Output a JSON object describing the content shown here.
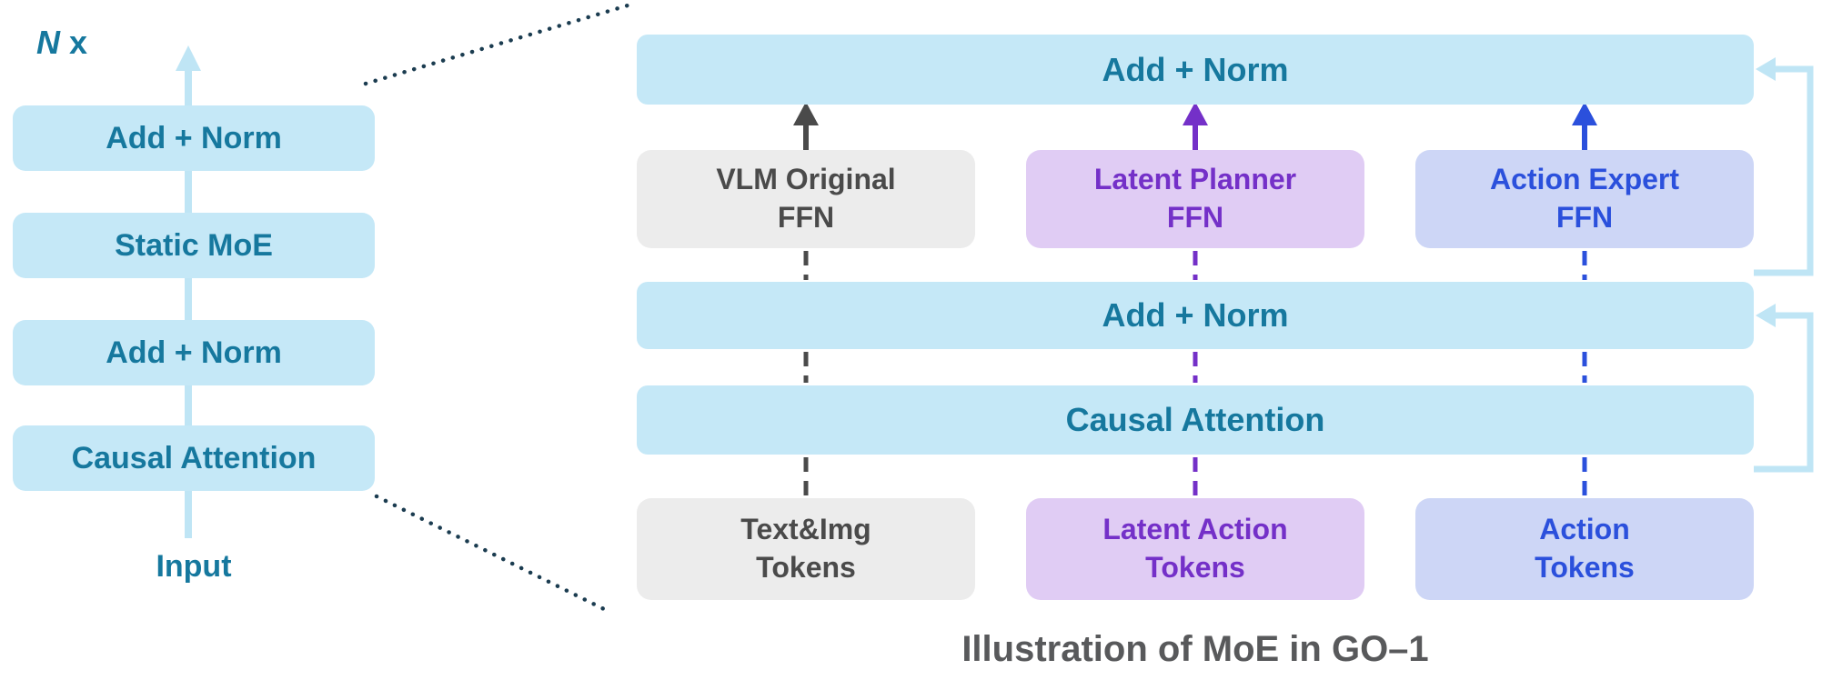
{
  "colors": {
    "box_blue": "#C5E8F7",
    "teal_text": "#16789E",
    "gray_box": "#ECECEC",
    "gray_text": "#4A4A4A",
    "purple_box": "#E0CCF4",
    "purple_text": "#7430C8",
    "blue_box": "#CDD6F6",
    "blue_text": "#2B50DC",
    "skip_line": "#BFE5F5",
    "dotted_line": "#1B3C50",
    "caption_text": "#58595B"
  },
  "left_stack": {
    "repeat_n": "N",
    "repeat_x": "x",
    "blocks": [
      {
        "label": "Add + Norm"
      },
      {
        "label": "Static MoE"
      },
      {
        "label": "Add + Norm"
      },
      {
        "label": "Causal Attention"
      }
    ],
    "input_label": "Input"
  },
  "right_diagram": {
    "top_bar": "Add + Norm",
    "mid_bar": "Add + Norm",
    "attention_bar": "Causal Attention",
    "experts": [
      {
        "line1": "VLM Original",
        "line2": "FFN"
      },
      {
        "line1": "Latent Planner",
        "line2": "FFN"
      },
      {
        "line1": "Action Expert",
        "line2": "FFN"
      }
    ],
    "tokens": [
      {
        "line1": "Text&Img",
        "line2": "Tokens"
      },
      {
        "line1": "Latent Action",
        "line2": "Tokens"
      },
      {
        "line1": "Action",
        "line2": "Tokens"
      }
    ]
  },
  "caption": "Illustration of MoE in GO–1"
}
